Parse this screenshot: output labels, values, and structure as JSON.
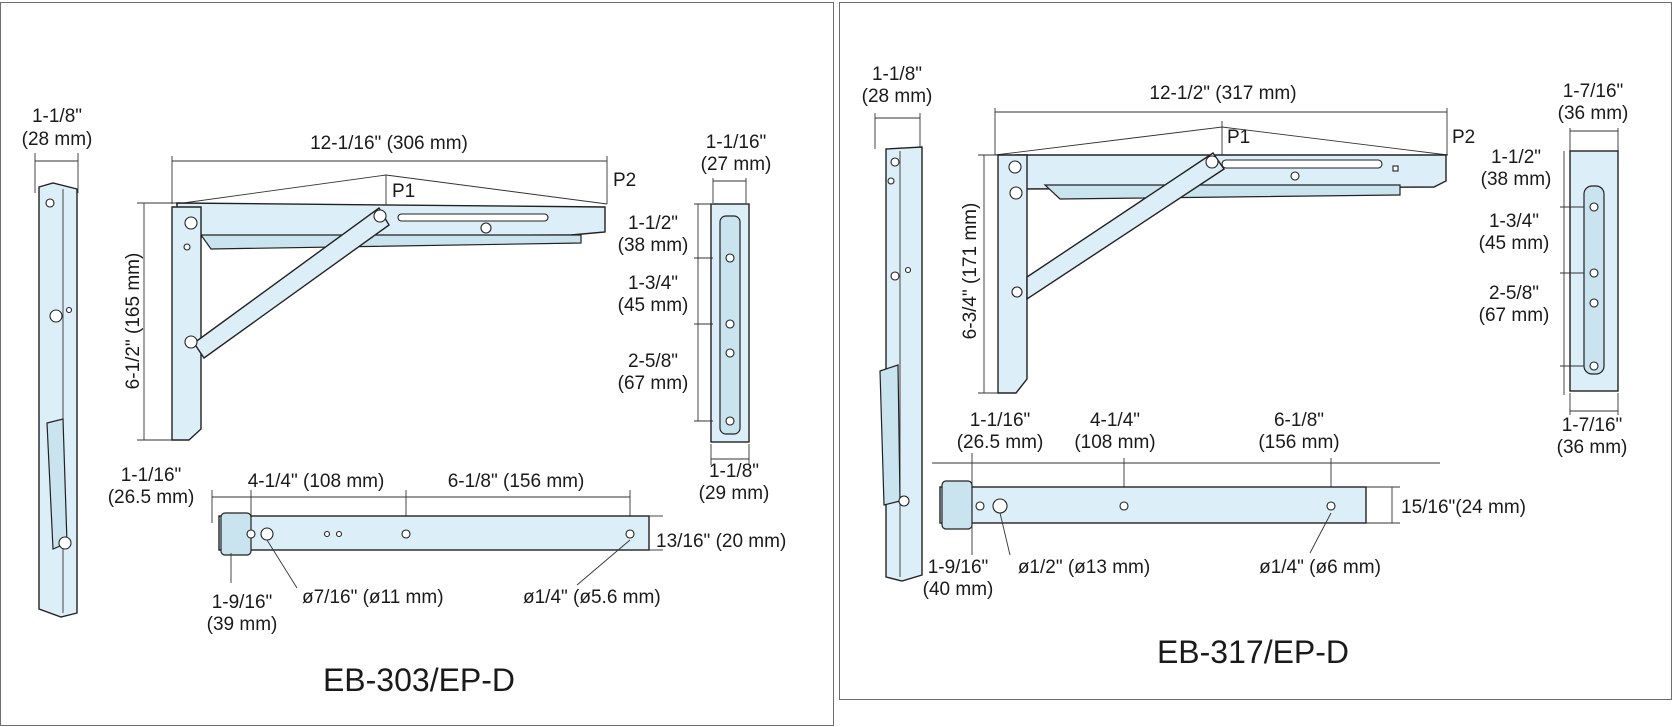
{
  "left": {
    "model": "EB-303/EP-D",
    "side_width": [
      "1-1/8\"",
      "(28 mm)"
    ],
    "length": "12-1/16\" (306 mm)",
    "p1": "P1",
    "p2": "P2",
    "height": "6-1/2\" (165 mm)",
    "top_width": [
      "1-1/16\"",
      "(27 mm)"
    ],
    "hole_a": [
      "1-1/2\"",
      "(38 mm)"
    ],
    "hole_b": [
      "1-3/4\"",
      "(45 mm)"
    ],
    "hole_c": [
      "2-5/8\"",
      "(67 mm)"
    ],
    "bottom_width": [
      "1-1/8\"",
      "(29 mm)"
    ],
    "plan_offset": [
      "1-1/16\"",
      "(26.5 mm)"
    ],
    "plan_spacing_1": "4-1/4\" (108 mm)",
    "plan_spacing_2": "6-1/8\" (156 mm)",
    "plan_thickness": "13/16\" (20 mm)",
    "plan_inner": [
      "1-9/16\"",
      "(39 mm)"
    ],
    "hole_large": "ø7/16\" (ø11 mm)",
    "hole_small": "ø1/4\" (ø5.6 mm)"
  },
  "right": {
    "model": "EB-317/EP-D",
    "side_width": [
      "1-1/8\"",
      "(28 mm)"
    ],
    "length": "12-1/2\" (317 mm)",
    "p1": "P1",
    "p2": "P2",
    "height": "6-3/4\" (171 mm)",
    "top_width": [
      "1-7/16\"",
      "(36 mm)"
    ],
    "hole_a": [
      "1-1/2\"",
      "(38 mm)"
    ],
    "hole_b": [
      "1-3/4\"",
      "(45 mm)"
    ],
    "hole_c": [
      "2-5/8\"",
      "(67 mm)"
    ],
    "bottom_width": [
      "1-7/16\"",
      "(36 mm)"
    ],
    "plan_offset": [
      "1-1/16\"",
      "(26.5 mm)"
    ],
    "plan_spacing_1": [
      "4-1/4\"",
      "(108 mm)"
    ],
    "plan_spacing_2": [
      "6-1/8\"",
      "(156 mm)"
    ],
    "plan_thickness": "15/16\"(24 mm)",
    "plan_inner": [
      "1-9/16\"",
      "(40 mm)"
    ],
    "hole_large": "ø1/2\" (ø13 mm)",
    "hole_small": "ø1/4\" (ø6 mm)"
  }
}
